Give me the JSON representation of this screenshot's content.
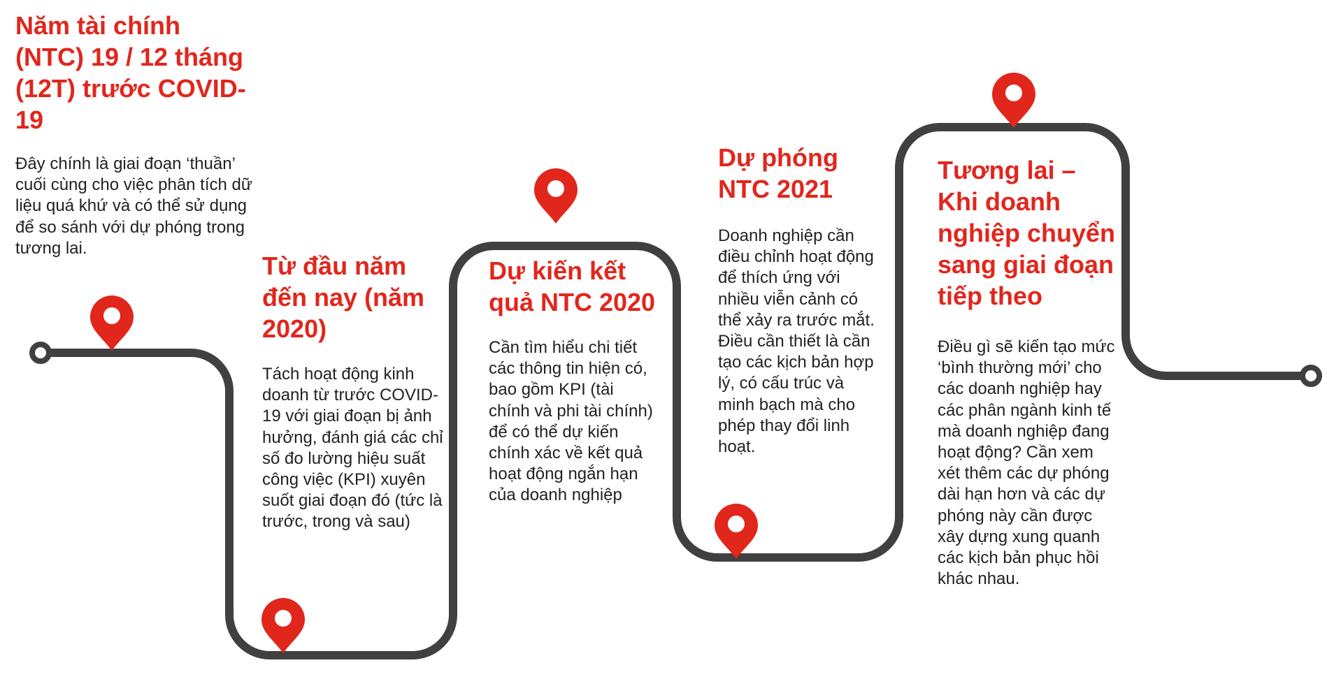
{
  "colors": {
    "accent": "#e1261c",
    "road": "#404040",
    "body_text": "#222222"
  },
  "icons": {
    "pin": "map-pin-icon",
    "endpoint": "circle-endpoint-icon"
  },
  "stages": [
    {
      "title": "Năm tài chính (NTC) 19 / 12 tháng (12T) trước COVID-19",
      "body": "Đây chính là giai đoạn ‘thuần’ cuối cùng cho việc phân tích dữ liệu quá khứ và có thể sử dụng để so sánh với dự phóng trong tương lai."
    },
    {
      "title": "Từ đầu năm đến nay (năm 2020)",
      "body": "Tách hoạt động kinh doanh từ trước COVID-19 với giai đoạn bị ảnh hưởng, đánh giá các chỉ số đo lường hiệu suất công việc (KPI) xuyên suốt giai đoạn đó (tức là trước, trong và sau)"
    },
    {
      "title": "Dự kiến kết quả NTC 2020",
      "body": "Cần tìm hiểu chi tiết các thông tin hiện có, bao gồm KPI (tài chính và phi tài chính) để có thể dự kiến chính xác về kết quả hoạt động ngắn hạn của doanh nghiệp"
    },
    {
      "title": "Dự phóng NTC 2021",
      "body": "Doanh nghiệp cần điều chỉnh hoạt động để thích ứng với nhiều viễn cảnh có thể xảy ra trước mắt. Điều cần thiết là cần tạo các kịch bản hợp lý, có cấu trúc và minh bạch mà cho phép thay đổi linh hoạt."
    },
    {
      "title": "Tương lai – Khi doanh nghiệp chuyển sang giai đoạn tiếp theo",
      "body": "Điều gì sẽ kiến tạo mức ‘bình thường mới’ cho các doanh nghiệp hay các phân ngành kinh tế mà doanh nghiệp đang hoạt động? Cần xem xét thêm các dự phóng dài hạn hơn và các dự phóng này cần được xây dựng xung quanh các kịch bản phục hồi khác nhau."
    }
  ]
}
